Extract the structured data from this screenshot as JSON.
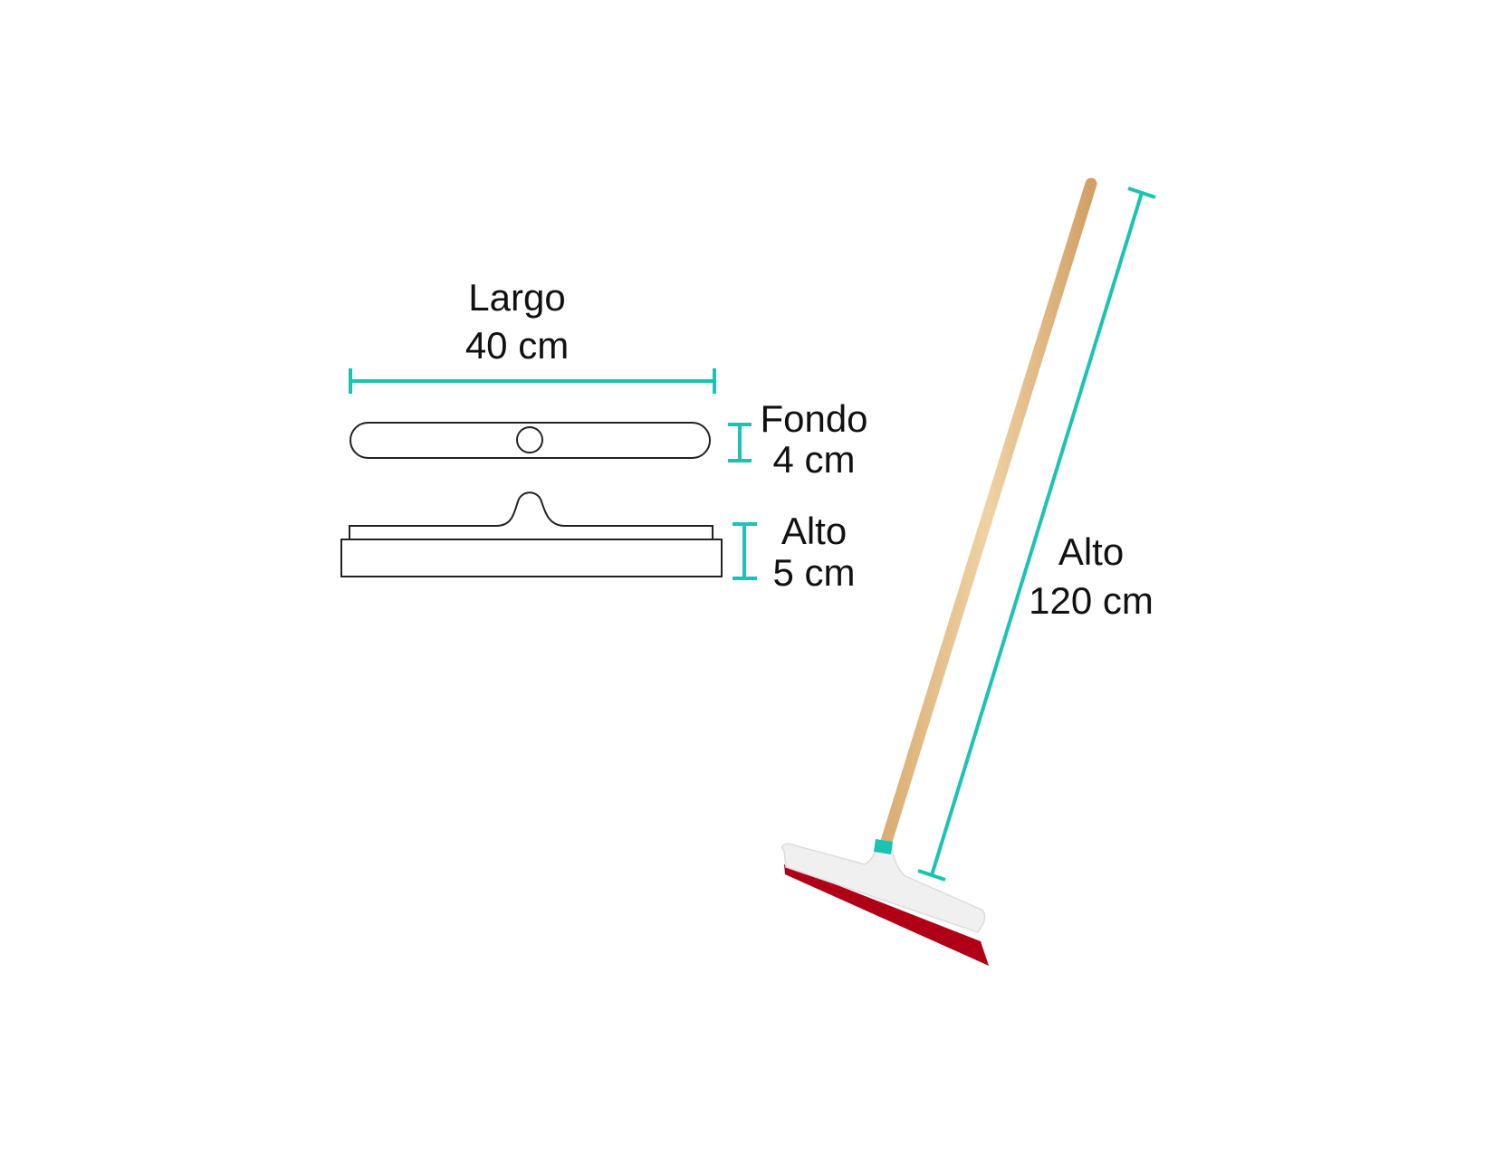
{
  "colors": {
    "dimension": "#1cc3b2",
    "outline": "#222222",
    "handle": "#e2bd87",
    "blade": "#b00018",
    "head": "#f0f0f0"
  },
  "dimensions": {
    "length": {
      "label": "Largo",
      "value": "40 cm"
    },
    "depth": {
      "label": "Fondo",
      "value": "4 cm"
    },
    "head_height": {
      "label": "Alto",
      "value": "5 cm"
    },
    "total_height": {
      "label": "Alto",
      "value": "120 cm"
    }
  }
}
